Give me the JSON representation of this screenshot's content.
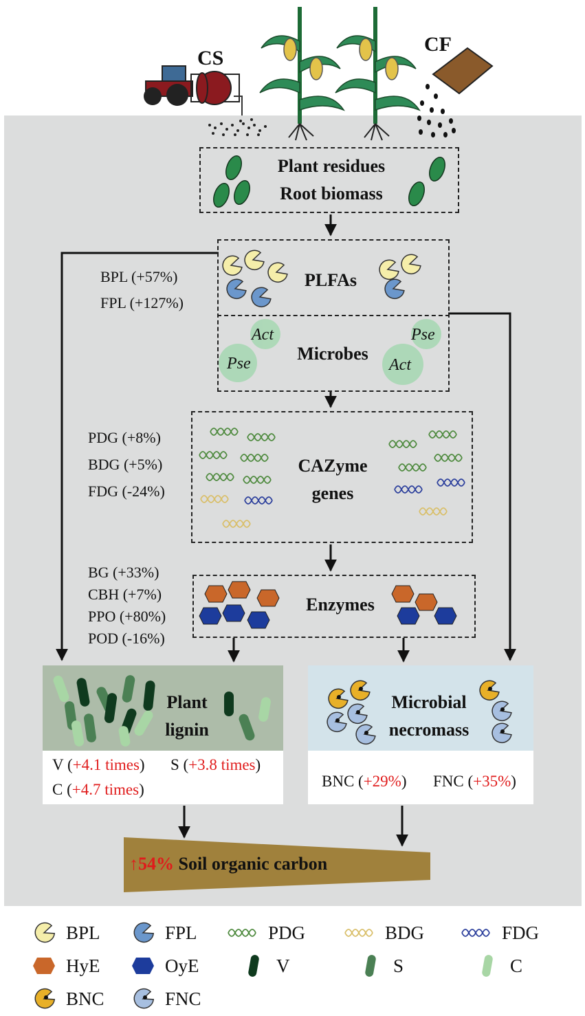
{
  "top": {
    "cs_label": "CS",
    "cf_label": "CF"
  },
  "residues": {
    "line1": "Plant residues",
    "line2": "Root biomass"
  },
  "plfas": {
    "title": "PLFAs",
    "bpl_stat": "BPL (+57%)",
    "fpl_stat": "FPL (+127%)"
  },
  "microbes": {
    "title": "Microbes",
    "taxa": [
      "Act",
      "Pse",
      "Pse",
      "Act"
    ]
  },
  "cazyme": {
    "title_line1": "CAZyme",
    "title_line2": "genes",
    "stats": [
      "PDG (+8%)",
      "BDG (+5%)",
      "FDG (-24%)"
    ]
  },
  "enzymes": {
    "title": "Enzymes",
    "stats": [
      "BG (+33%)",
      "CBH (+7%)",
      "PPO (+80%)",
      "POD (-16%)"
    ]
  },
  "lignin": {
    "title_line1": "Plant",
    "title_line2": "lignin",
    "v_prefix": "V (",
    "v_value": "+4.1 times",
    "s_prefix": "S (",
    "s_value": "+3.8 times",
    "c_prefix": "C (",
    "c_value": "+4.7 times",
    "close": ")"
  },
  "necromass": {
    "title_line1": "Microbial",
    "title_line2": "necromass",
    "bnc_prefix": "BNC (",
    "bnc_value": "+29%",
    "fnc_prefix": "FNC (",
    "fnc_value": "+35%",
    "close": ")"
  },
  "soc": {
    "increase": "↑54%",
    "label": "Soil organic carbon"
  },
  "legend": {
    "items": [
      "BPL",
      "FPL",
      "PDG",
      "BDG",
      "FDG",
      "HyE",
      "OyE",
      "V",
      "S",
      "C",
      "BNC",
      "FNC"
    ]
  },
  "colors": {
    "soil_bg": "#dcdddd",
    "bpl": "#f5eeaa",
    "fpl": "#6b97cc",
    "pdg": "#4e8a3e",
    "bdg": "#d9bf6a",
    "fdg": "#2c3f9c",
    "hye": "#c9672a",
    "oye": "#1d3c9c",
    "v": "#0f3a1e",
    "s": "#4b8054",
    "c": "#a8d6a5",
    "bnc": "#e8b028",
    "fnc": "#a7bfe0",
    "lignin_bg": "#adbca9",
    "necromass_bg": "#d3e3ea",
    "soc_bar": "#a0813c",
    "red": "#e01b1b"
  }
}
